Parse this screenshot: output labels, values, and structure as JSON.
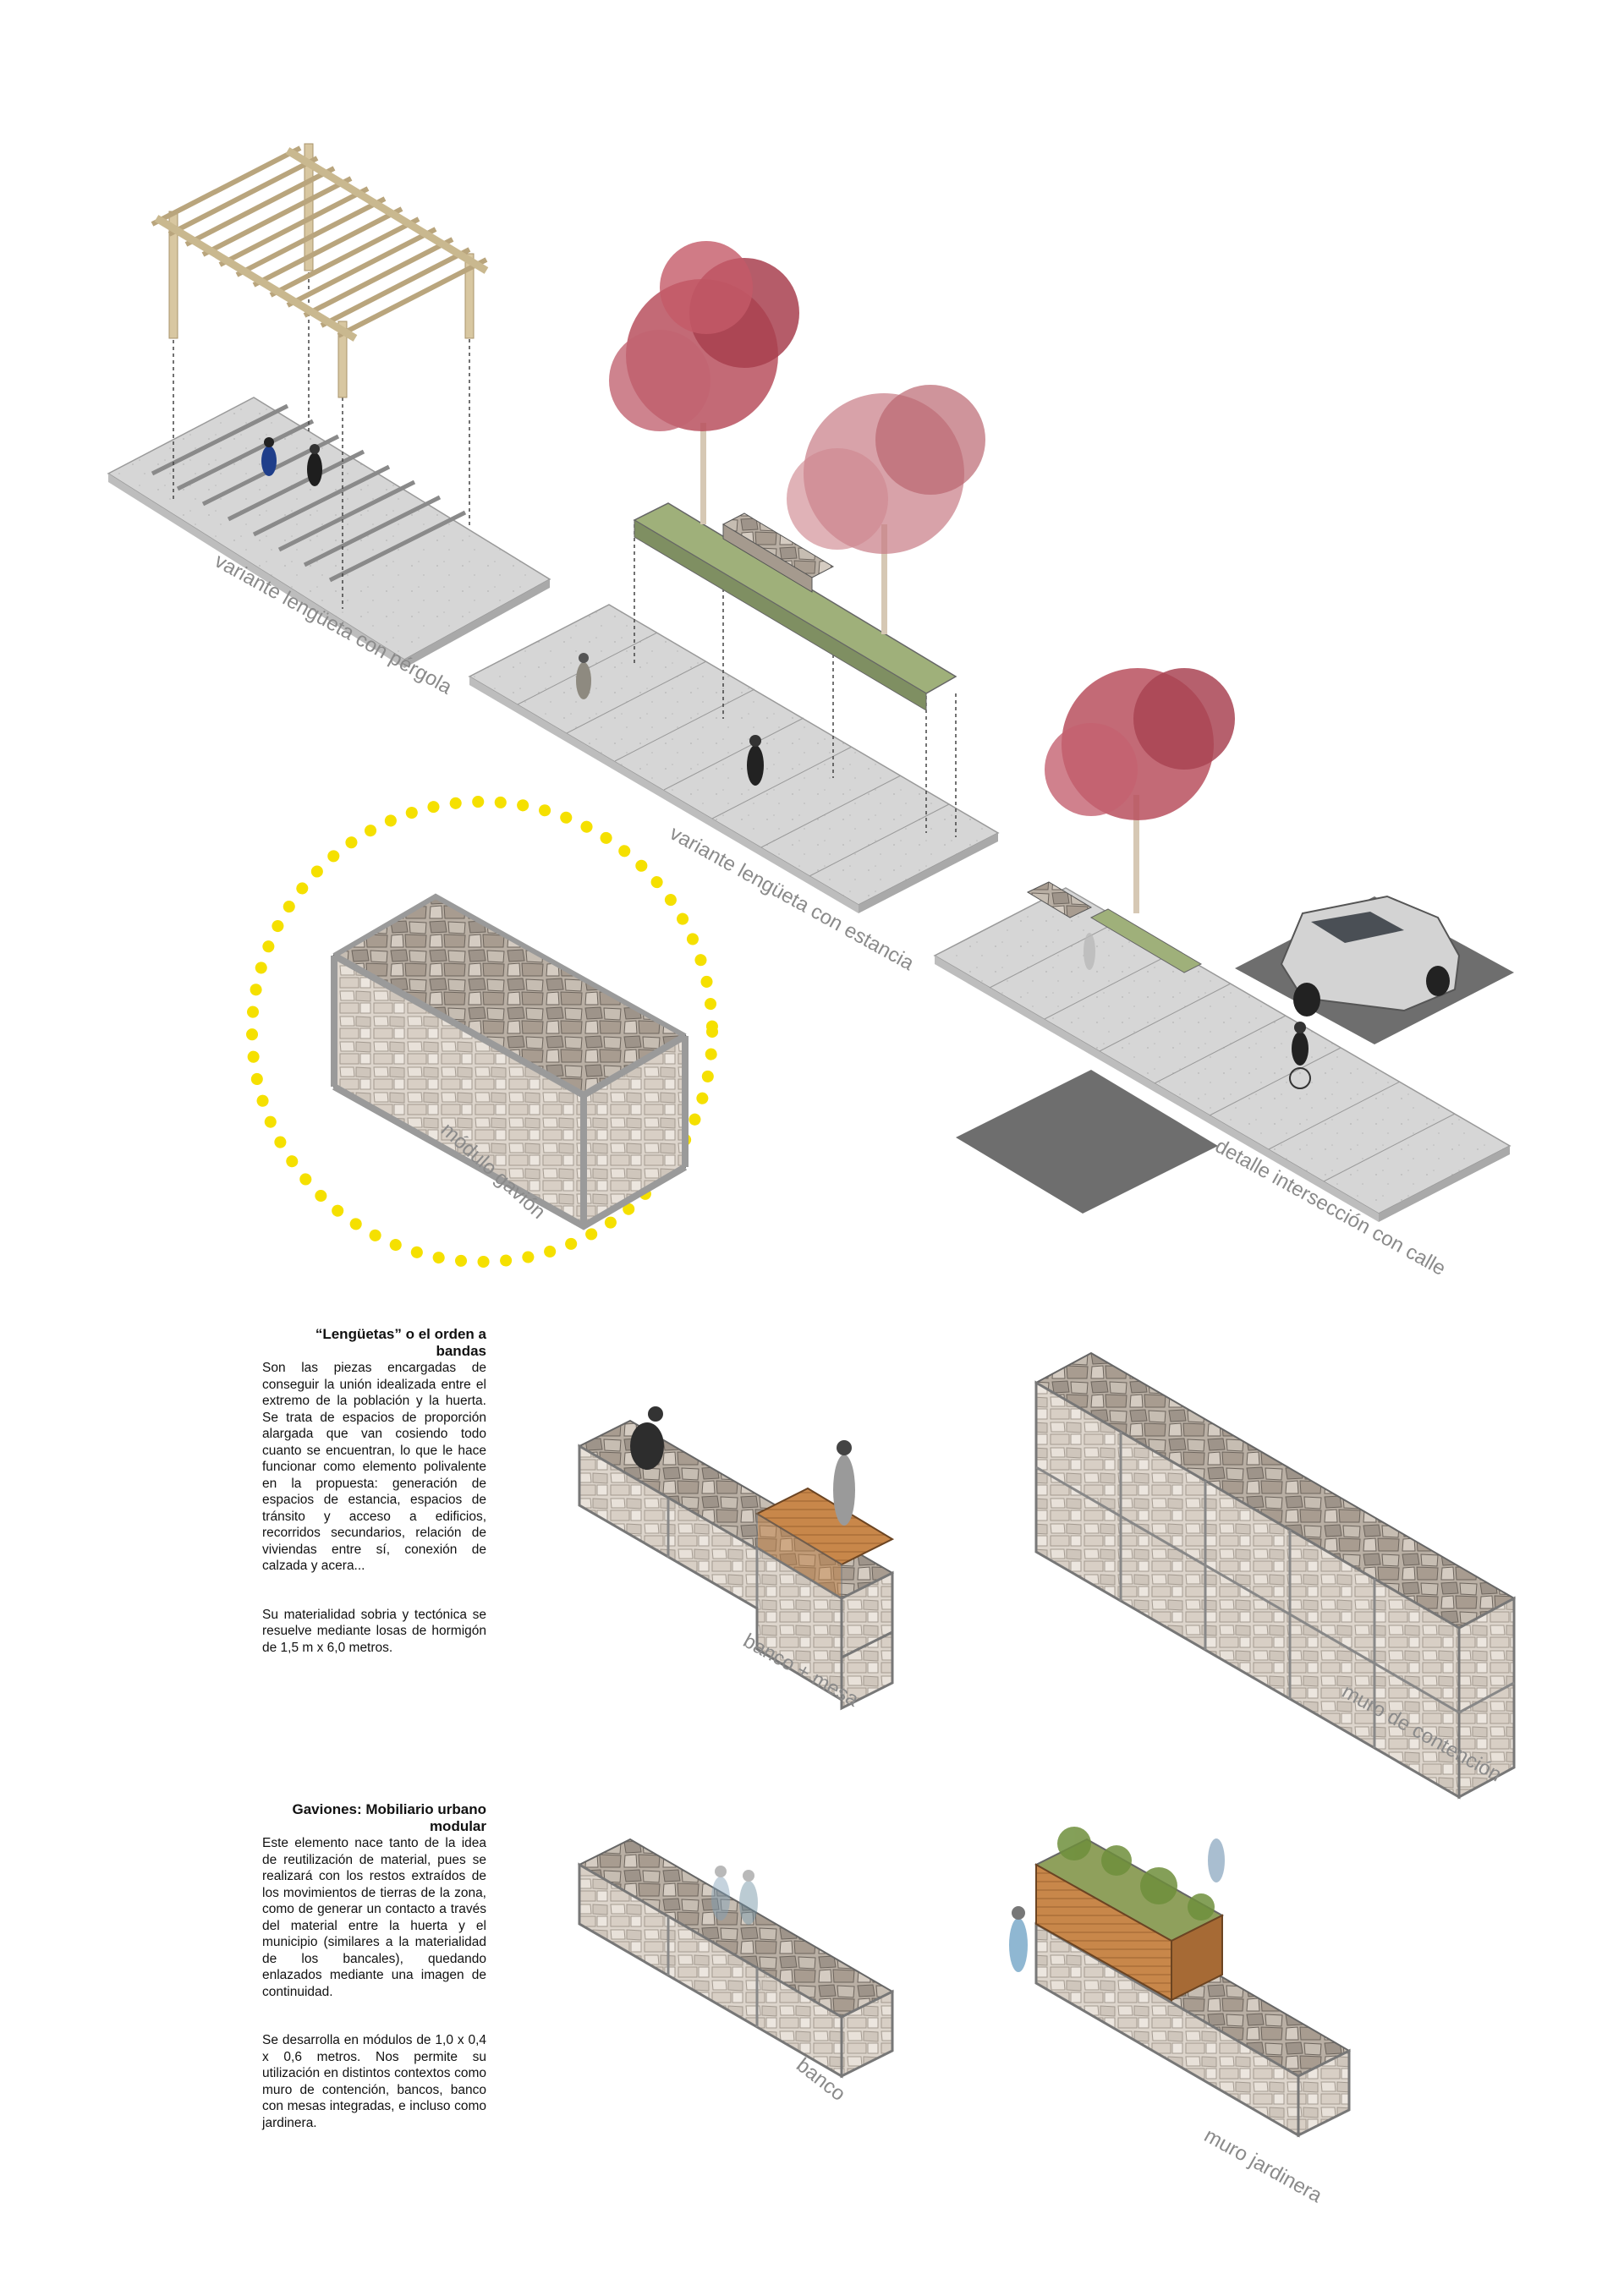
{
  "labels": {
    "pergola": "variante lengüeta con pérgola",
    "estancia": "variante lengüeta con estancia",
    "gavion": "módulo gavión",
    "interseccion": "detalle intersección con calle",
    "banco_mesa": "banco + mesa",
    "muro_contencion": "muro de contención",
    "banco": "banco",
    "muro_jardinera": "muro jardinera"
  },
  "text1": {
    "title": "“Lengüetas” o el orden a bandas",
    "p1": "Son las piezas encargadas de conseguir la unión idealizada entre el extremo de la población y la huerta. Se trata de espacios de proporción alargada que van cosiendo todo cuanto se encuentran, lo que le hace funcionar como elemento polivalente en la propuesta: generación de espacios de estancia, espacios de tránsito y acceso a edificios, recorridos secundarios, relación de viviendas entre sí, conexión de calzada y acera...",
    "p2": "Su materialidad sobria y tectónica se resuelve mediante losas de hormigón de 1,5 m x 6,0 metros."
  },
  "text2": {
    "title": "Gaviones: Mobiliario urbano modular",
    "p1": "Este elemento nace tanto de la idea de reutilización de material, pues se realizará con los restos extraídos de los movimientos de tierras de la zona, como de generar un contacto a través del material entre la huerta y el municipio (similares a la materialidad de los bancales), quedando enlazados mediante una imagen de continuidad.",
    "p2": "Se desarrolla en módulos de 1,0 x 0,4 x 0,6 metros. Nos permite su utilización en distintos contextos como muro de contención, bancos, banco con mesas integradas, e incluso como jardinera."
  },
  "colors": {
    "highlight_dots": "#f5e000",
    "tree": "#b8505e",
    "slab": "#d2d2d2"
  }
}
